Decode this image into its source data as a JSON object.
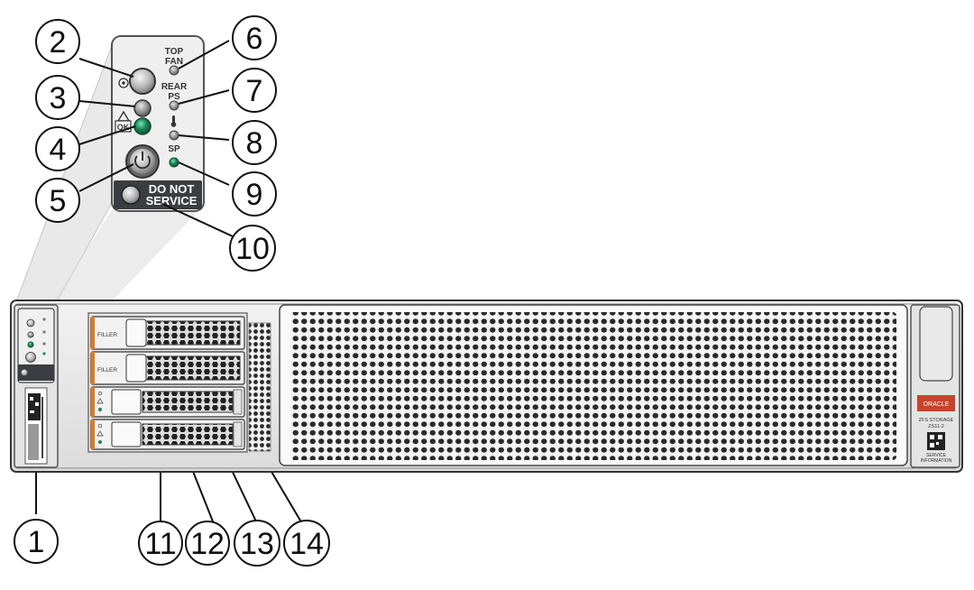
{
  "panel": {
    "top_fan": "TOP\nFAN",
    "rear_ps": "REAR\nPS",
    "sp": "SP",
    "ok": "OK",
    "do_not_service": "DO NOT\nSERVICE"
  },
  "chassis": {
    "filler_1": "FILLER",
    "filler_2": "FILLER",
    "brand": "ORACLE",
    "model": "ZFS STORAGE\nZS11-2",
    "service_info": "SERVICE\nINFORMATION"
  },
  "callouts": [
    "1",
    "2",
    "3",
    "4",
    "5",
    "6",
    "7",
    "8",
    "9",
    "10",
    "11",
    "12",
    "13",
    "14"
  ],
  "colors": {
    "brand_red": "#c8432b",
    "led_green": "#1a8a5a",
    "filler_orange": "#e07a1f"
  }
}
